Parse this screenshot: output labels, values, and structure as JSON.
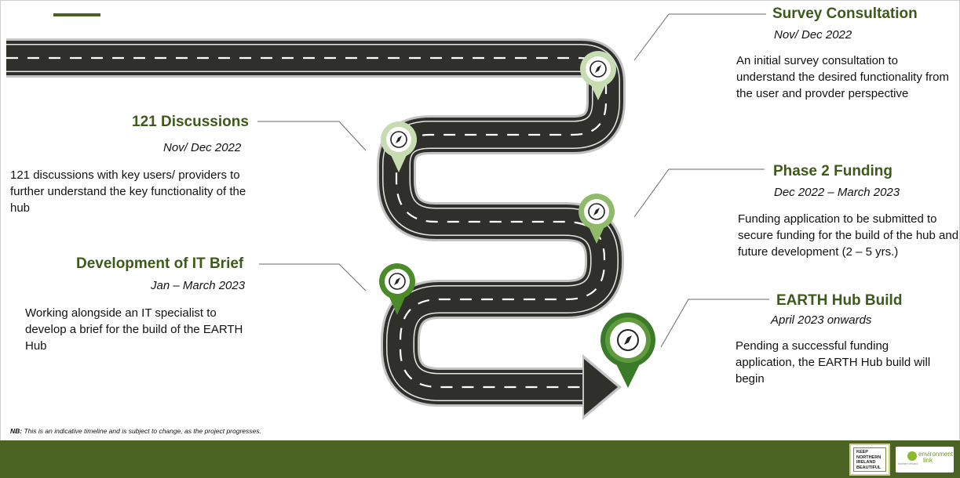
{
  "milestones": [
    {
      "title": "Survey Consultation",
      "date": "Nov/ Dec 2022",
      "description": "An initial survey consultation to understand the desired functionality from the user and provder perspective"
    },
    {
      "title": "121 Discussions",
      "date": "Nov/ Dec 2022",
      "description": "121 discussions with key users/ providers to further understand the key functionality of the hub"
    },
    {
      "title": "Phase 2 Funding",
      "date": "Dec 2022 – March 2023",
      "description": "Funding application to be submitted to secure funding for the build of the hub and future development (2 – 5 yrs.)"
    },
    {
      "title": "Development of IT Brief",
      "date": "Jan – March 2023",
      "description": "Working alongside an IT specialist to develop a brief for the build of the EARTH Hub"
    },
    {
      "title": "EARTH Hub Build",
      "date": "April 2023 onwards",
      "description": "Pending a successful funding application, the EARTH Hub build will begin"
    }
  ],
  "note": {
    "prefix": "NB:",
    "text": " This is an indicative timeline and is subject to change, as the project progresses."
  },
  "logos": {
    "kni_lines": [
      "KEEP",
      "NORTHERN",
      "IRELAND",
      "BEAUTIFUL"
    ],
    "environment_top": "environment",
    "environment_bottom": "link",
    "environment_small": "Northern Ireland"
  },
  "colors": {
    "title_green": "#3d5a1b",
    "footer_green": "#4b6423",
    "road": "#2f2f2c",
    "pin_light": "#c7dcb0",
    "pin_mid": "#8fba6a",
    "pin_dark": "#3a7a28"
  },
  "icons": {
    "pin": "compass-icon",
    "road_end": "arrow-head"
  }
}
